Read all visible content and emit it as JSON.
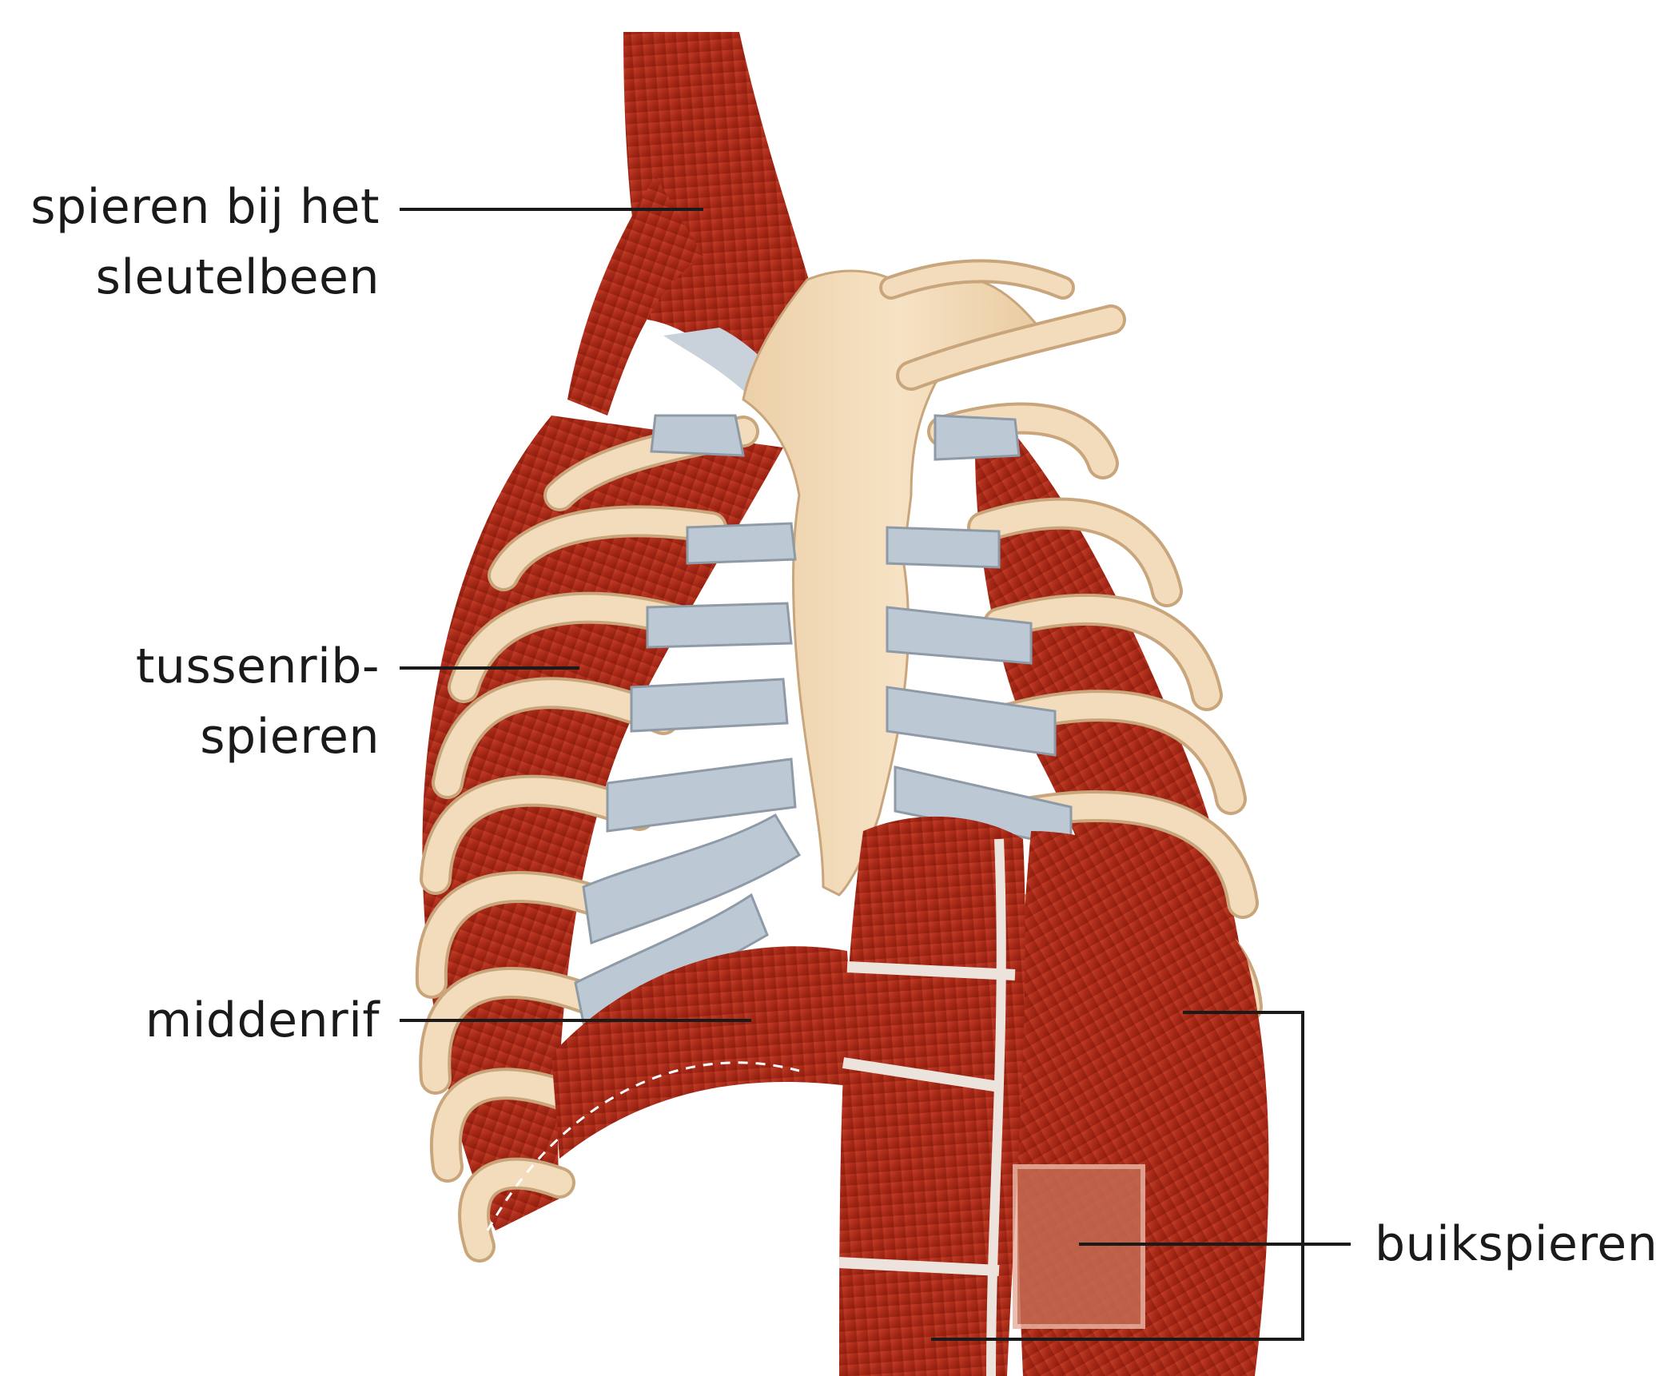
{
  "labels": {
    "clavicle_muscles": {
      "line1": "spieren bij het",
      "line2": "sleutelbeen"
    },
    "intercostal_muscles": {
      "line1": "tussenrib-",
      "line2": "spieren"
    },
    "diaphragm": {
      "line1": "middenrif"
    },
    "abdominal_muscles": {
      "line1": "buikspieren"
    }
  },
  "colors": {
    "muscle": "#b8301e",
    "muscle_dark": "#8e1c0e",
    "muscle_highlight": "#e08a6e",
    "bone": "#f1d8b5",
    "bone_outline": "#c9a57c",
    "cartilage": "#bcc8d4",
    "leader_line": "#1a1a1a"
  }
}
